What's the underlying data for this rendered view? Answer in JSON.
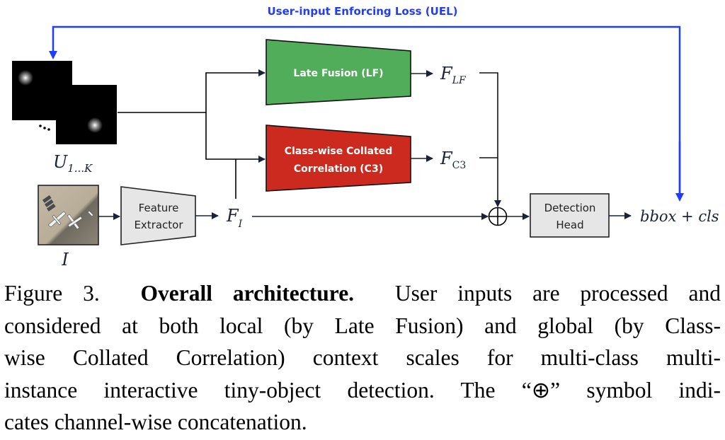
{
  "diagram": {
    "loss_label": "User-input Enforcing Loss (UEL)",
    "user_inputs_label_main": "U",
    "user_inputs_label_sub": "1...K",
    "ellipsis": "...",
    "image_label": "I",
    "feature_extractor": [
      "Feature",
      "Extractor"
    ],
    "late_fusion": "Late Fusion (LF)",
    "c3": [
      "Class-wise Collated",
      "Correlation (C3)"
    ],
    "f_lf_main": "F",
    "f_lf_sub": "LF",
    "f_c3_main": "F",
    "f_c3_sub": "C3",
    "f_i_main": "F",
    "f_i_sub": "I",
    "concat_symbol": "⊕",
    "detection_head": [
      "Detection",
      "Head"
    ],
    "output_label": "bbox + cls",
    "colors": {
      "loss_blue": "#1f3cff",
      "late_fusion_green": "#52ad5a",
      "c3_red": "#cc2a1e",
      "gray_box": "#e6e6e6",
      "line_dark": "#1a2238"
    }
  },
  "caption": {
    "lines": [
      {
        "prefix": "Figure 3.",
        "bold": "Overall architecture.",
        "text": "User inputs are processed and"
      },
      {
        "text": "considered at both local (by Late Fusion) and global (by Class-"
      },
      {
        "text": "wise Collated Correlation) context scales for multi-class multi-"
      },
      {
        "text": "instance interactive tiny-object detection.  The “⊕” symbol indi-"
      },
      {
        "text": "cates channel-wise concatenation."
      }
    ]
  }
}
